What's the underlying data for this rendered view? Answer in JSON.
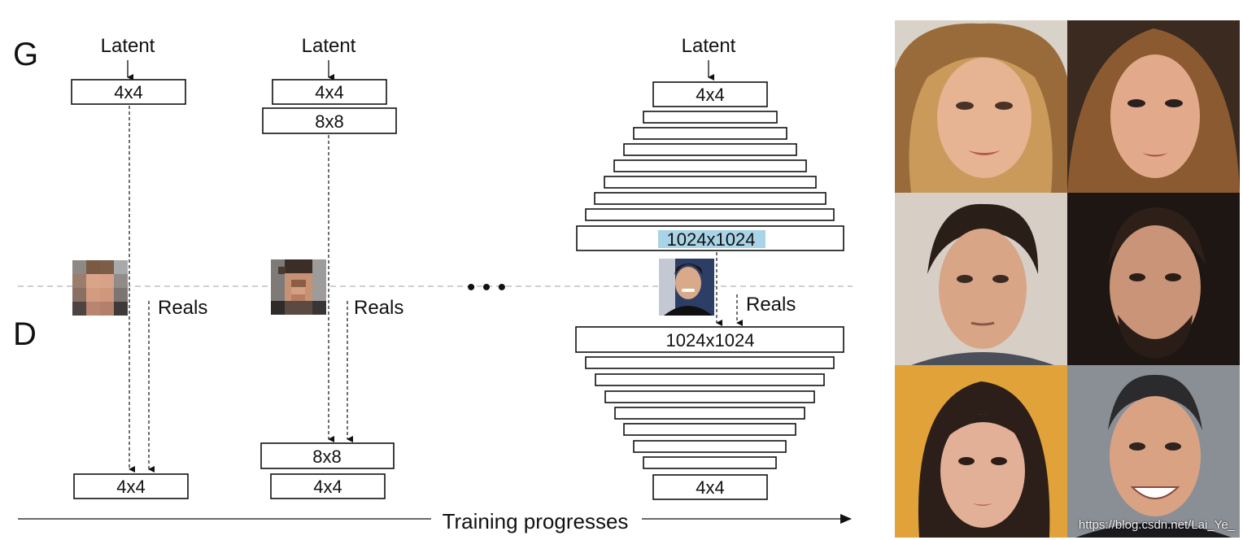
{
  "labels": {
    "generator": "G",
    "discriminator": "D",
    "latent": "Latent",
    "reals": "Reals",
    "training": "Training progresses",
    "ellipsis": "• • •"
  },
  "columns": [
    {
      "g_blocks": [
        "4x4"
      ],
      "d_blocks": [
        "4x4"
      ]
    },
    {
      "g_blocks": [
        "4x4",
        "8x8"
      ],
      "d_blocks": [
        "8x8",
        "4x4"
      ]
    },
    {
      "g_top": "4x4",
      "g_bottom": "1024x1024",
      "d_top": "1024x1024",
      "d_bottom": "4x4"
    }
  ],
  "watermark": "https://blog.csdn.net/Lai_Ye_",
  "colors": {
    "highlight": "#a9d3e6",
    "separator": "#bfbfbf"
  }
}
